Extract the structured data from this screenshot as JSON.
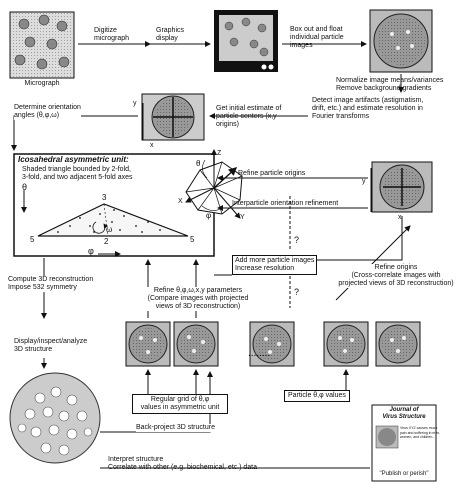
{
  "top": {
    "micrograph_label": "Micrograph",
    "step_digitize": "Digitize\nmicrograph",
    "step_graphics": "Graphics\ndisplay",
    "step_boxout": "Box out and float\nindividual particle\nimages"
  },
  "normalize": "Normalize image means/variances\nRemove background gradients",
  "detect": "Detect image artifacts (astigmatism,\ndrift, etc.) and estimate resolution in\nFourier transforms",
  "initial_estimate": "Get initial estimate of\nparticle centers (x,y\norigins)",
  "determine_orientation": "Determine orientation\nangles (θ,φ,ω)",
  "asym_unit": {
    "title": "Icosahedral asymmetric unit:",
    "desc": "Shaded triangle bounded by 2-fold,\n3-fold, and two adjacent 5-fold axes",
    "theta": "θ",
    "phi": "φ",
    "omega": "ω",
    "n3": "3",
    "n2": "2",
    "n5a": "5",
    "n5b": "5"
  },
  "ico_axes": {
    "z": "Z",
    "x": "X",
    "y": "Y",
    "theta": "θ",
    "phi": "φ"
  },
  "refine_origins": "Refine particle origins",
  "interparticle": "Interparticle orientation refinement",
  "add_more": "Add more particle images\nIncrease resolution",
  "question": "?",
  "refine_origins2": "Refine origins\n(Cross-correlate images with\nprojected views of 3D reconstruction)",
  "compute3d": "Compute 3D reconstruction\nImpose 532 symmetry",
  "refine_params": "Refine θ,φ,ω,x,y parameters\n(Compare images with projected\nviews of 3D reconstruction)",
  "display": "Display/inspect/analyze\n3D structure",
  "grid_box": "Regular grid of θ,φ\nvalues in asymmetric unit",
  "particle_values": "Particle θ,φ values",
  "back_project": "Back-project 3D structure",
  "interpret": "Interpret structure\nCorrelate with other (e.g. biochemical, etc.) data",
  "journal": {
    "title": "Journal of\nVirus Structure",
    "body": "Virus XYZ causes much\npain and suffering in men,\nwomen, and children...",
    "caption": "\"Publish or perish\""
  },
  "ellipsis": "........",
  "axis_labels": {
    "y": "y",
    "x": "x"
  }
}
